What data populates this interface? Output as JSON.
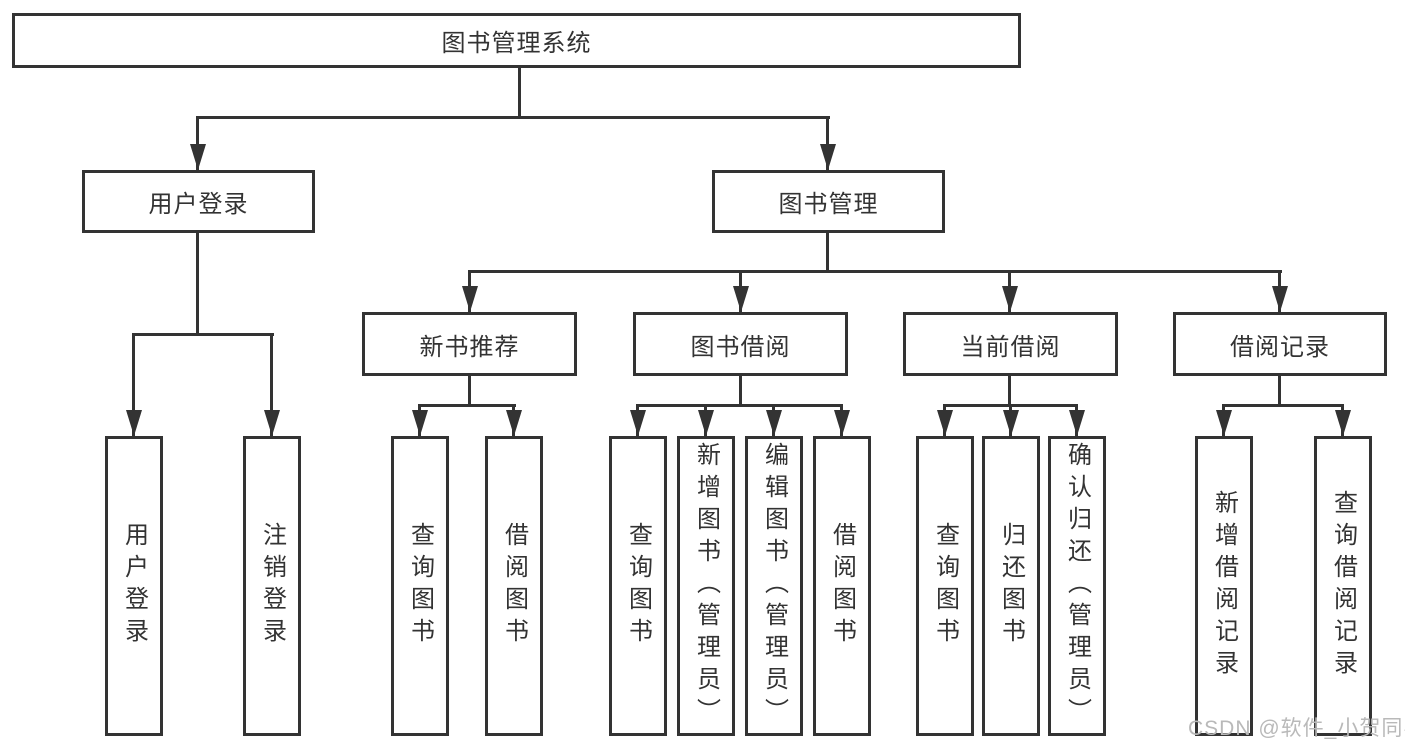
{
  "diagram": {
    "root": {
      "label": "图书管理系统"
    },
    "level2": [
      {
        "label": "用户登录",
        "children": [
          {
            "label": "用户登录"
          },
          {
            "label": "注销登录"
          }
        ]
      },
      {
        "label": "图书管理",
        "children": [
          {
            "label": "新书推荐",
            "children": [
              {
                "label": "查询图书"
              },
              {
                "label": "借阅图书"
              }
            ]
          },
          {
            "label": "图书借阅",
            "children": [
              {
                "label": "查询图书"
              },
              {
                "label": "新增图书（管理员）"
              },
              {
                "label": "编辑图书（管理员）"
              },
              {
                "label": "借阅图书"
              }
            ]
          },
          {
            "label": "当前借阅",
            "children": [
              {
                "label": "查询图书"
              },
              {
                "label": "归还图书"
              },
              {
                "label": "确认归还（管理员）"
              }
            ]
          },
          {
            "label": "借阅记录",
            "children": [
              {
                "label": "新增借阅记录"
              },
              {
                "label": "查询借阅记录"
              }
            ]
          }
        ]
      }
    ]
  },
  "watermark": "CSDN @软件_小贺同学",
  "colors": {
    "line": "#333333",
    "text": "#333333",
    "watermark": "#b9b9b9",
    "background": "#ffffff"
  }
}
